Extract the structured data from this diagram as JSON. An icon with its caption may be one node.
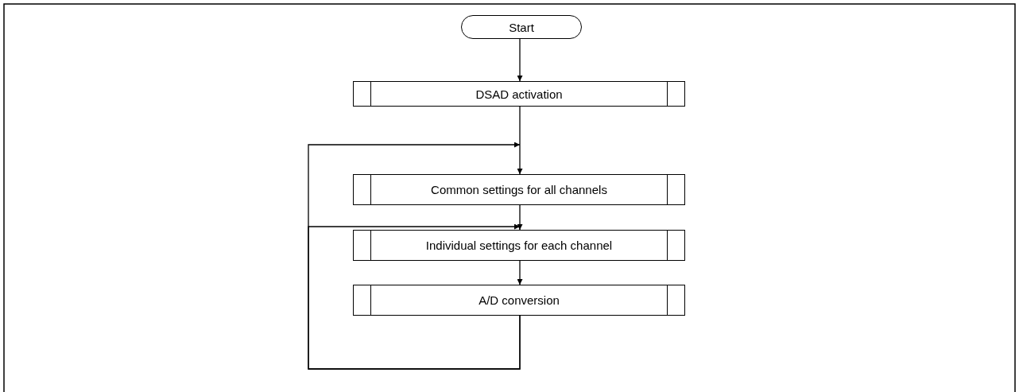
{
  "diagram": {
    "nodes": [
      {
        "text": [
          "Start"
        ]
      },
      {
        "text": [
          "DSAD activation"
        ]
      },
      {
        "text": [
          "Common settings for all channels"
        ]
      },
      {
        "text": [
          "Individual settings for each channel"
        ]
      },
      {
        "text": [
          "A/D conversion"
        ]
      }
    ],
    "edges": [
      {
        "from": 0,
        "to": 1,
        "arrow": "to"
      },
      {
        "from": 1,
        "to": 2,
        "arrow": "to"
      },
      {
        "from": 4,
        "to": 2,
        "arrow": "to"
      },
      {
        "from": 2,
        "to": 3,
        "arrow": "to"
      },
      {
        "from": 4,
        "to": 3,
        "arrow": "to"
      },
      {
        "from": 3,
        "to": 4,
        "arrow": "to"
      }
    ]
  }
}
